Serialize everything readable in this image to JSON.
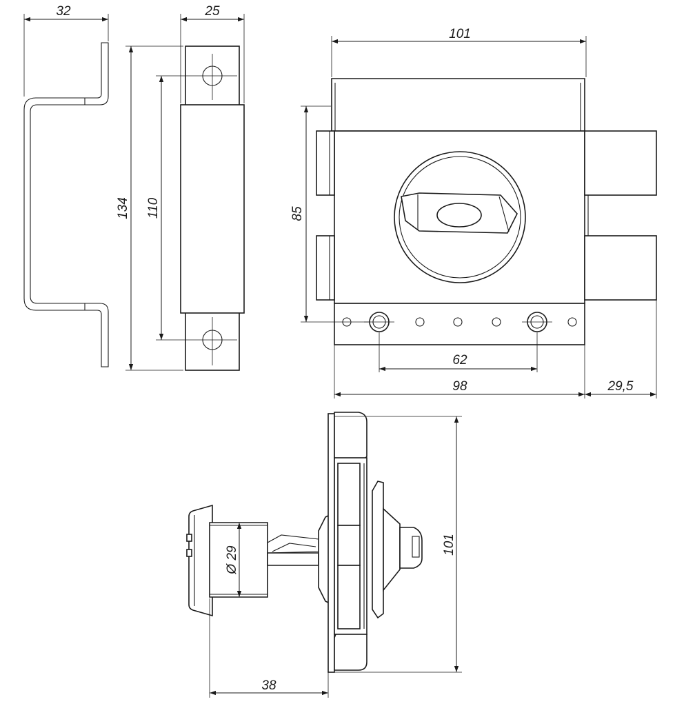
{
  "dimensions": {
    "strike_depth": "32",
    "strike_width": "25",
    "strike_height": "134",
    "hole_spacing": "110",
    "body_width": "101",
    "body_height": "85",
    "screw_spacing": "62",
    "plate_width": "98",
    "bolt_projection": "29,5",
    "cylinder_diameter": "Ø 29",
    "side_height": "101",
    "cylinder_length": "38"
  }
}
